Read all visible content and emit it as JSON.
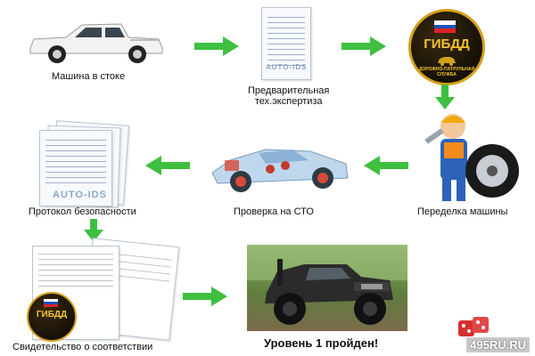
{
  "nodes": {
    "stock_car": {
      "label": "Машина в стоке"
    },
    "pre_inspection": {
      "label_line1": "Предварительная",
      "label_line2": "тех.экспертиза",
      "watermark": "AUTO-IDS"
    },
    "gibdd_top": {
      "badge_title": "ГИБДД",
      "badge_ring": "ДОРОЖНО-ПАТРУЛЬНАЯ СЛУЖБА"
    },
    "car_rework": {
      "label": "Переделка машины"
    },
    "sto_check": {
      "label": "Проверка на СТО"
    },
    "safety_protocol": {
      "label": "Протокол безопасности",
      "watermark": "AUTO-IDS"
    },
    "conformity": {
      "label": "Свидетельство о соответствии",
      "badge_title": "ГИБДД"
    },
    "final": {
      "label": "Уровень 1 пройден!"
    }
  },
  "brand": {
    "label": "495RU.RU"
  },
  "colors": {
    "arrow_green": "#3fbf3f",
    "badge_gold": "#d5a019",
    "car_white": "#f2f2f2",
    "offroad_dark": "#2b2b2b"
  }
}
